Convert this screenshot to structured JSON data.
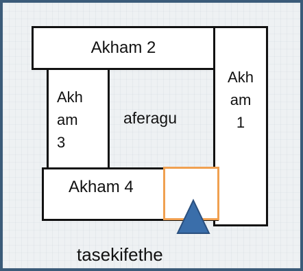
{
  "rooms": {
    "akham1": {
      "lines": [
        "Akh",
        "am",
        "1"
      ]
    },
    "akham2": {
      "label": "Akham 2"
    },
    "akham3": {
      "lines": [
        "Akh",
        "am",
        "3"
      ]
    },
    "akham4": {
      "label": "Akham 4"
    }
  },
  "center_label": "aferagu",
  "entrance_label": "tasekifethe",
  "colors": {
    "frame_border": "#3b5b79",
    "entrance_box": "#f0a050",
    "triangle_fill": "#3a6eaa",
    "triangle_stroke": "#2a4f7e"
  },
  "icons": {
    "entrance_marker": "triangle-up-icon"
  }
}
